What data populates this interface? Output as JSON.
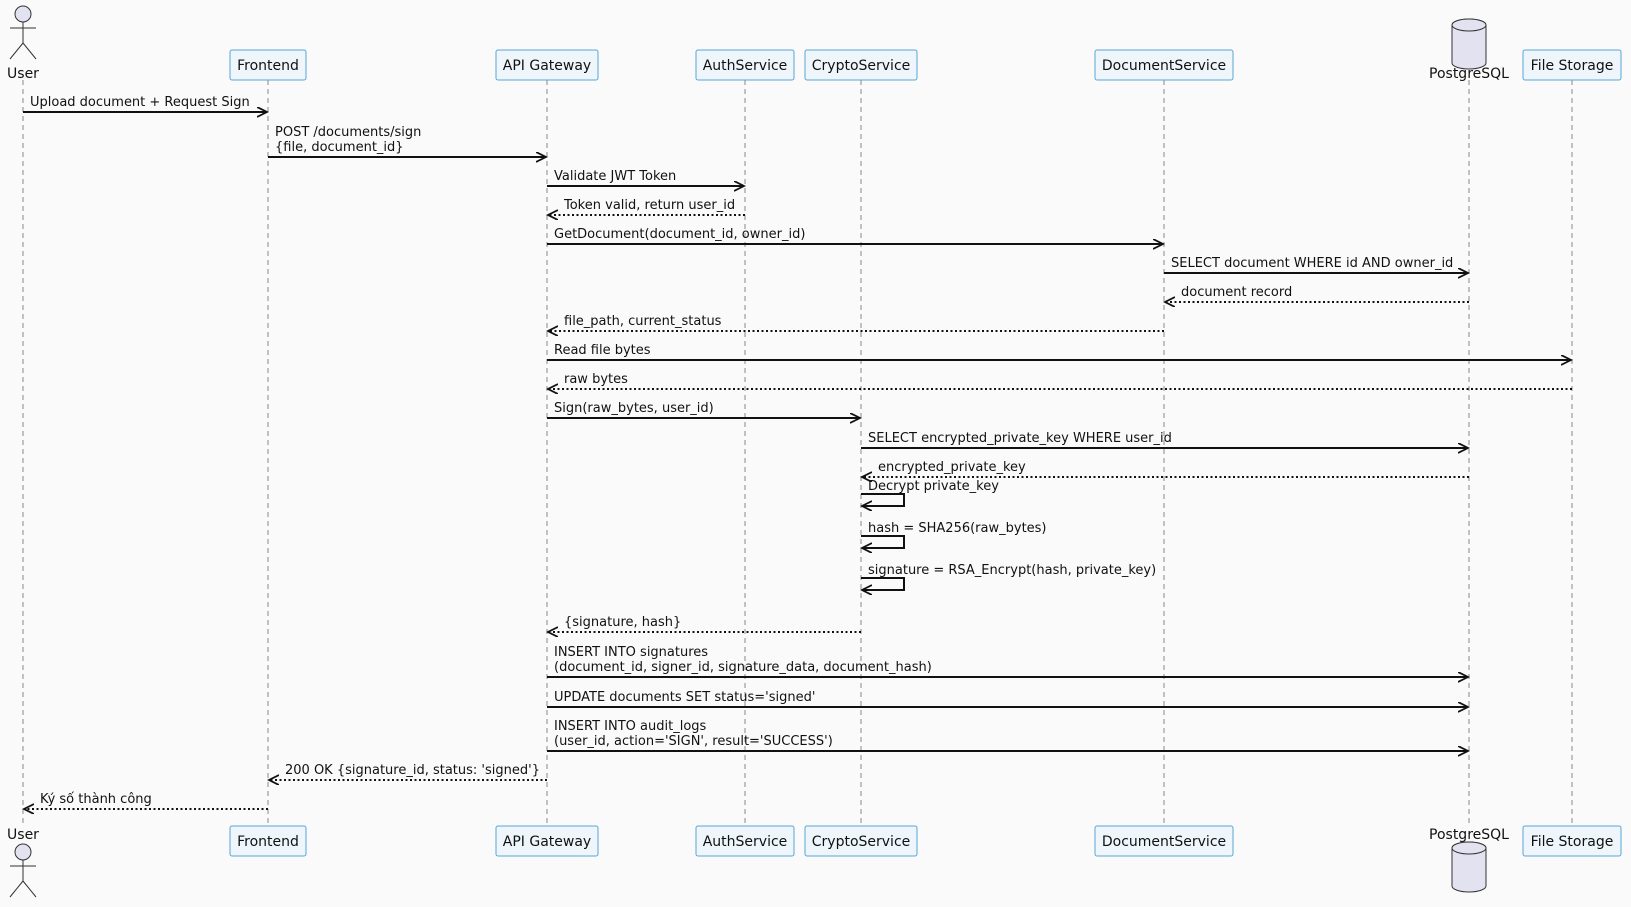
{
  "participants": [
    {
      "id": "user",
      "label": "User",
      "kind": "actor"
    },
    {
      "id": "frontend",
      "label": "Frontend",
      "kind": "box"
    },
    {
      "id": "gateway",
      "label": "API Gateway",
      "kind": "box"
    },
    {
      "id": "auth",
      "label": "AuthService",
      "kind": "box"
    },
    {
      "id": "crypto",
      "label": "CryptoService",
      "kind": "box"
    },
    {
      "id": "docsvc",
      "label": "DocumentService",
      "kind": "box"
    },
    {
      "id": "pg",
      "label": "PostgreSQL",
      "kind": "database"
    },
    {
      "id": "storage",
      "label": "File Storage",
      "kind": "box"
    }
  ],
  "messages": [
    {
      "from": "user",
      "to": "frontend",
      "text": [
        "Upload document + Request Sign"
      ],
      "style": "solid"
    },
    {
      "from": "frontend",
      "to": "gateway",
      "text": [
        "POST /documents/sign",
        "{file, document_id}"
      ],
      "style": "solid"
    },
    {
      "from": "gateway",
      "to": "auth",
      "text": [
        "Validate JWT Token"
      ],
      "style": "solid"
    },
    {
      "from": "auth",
      "to": "gateway",
      "text": [
        "Token valid, return user_id"
      ],
      "style": "dotted"
    },
    {
      "from": "gateway",
      "to": "docsvc",
      "text": [
        "GetDocument(document_id, owner_id)"
      ],
      "style": "solid"
    },
    {
      "from": "docsvc",
      "to": "pg",
      "text": [
        "SELECT document WHERE id AND owner_id"
      ],
      "style": "solid"
    },
    {
      "from": "pg",
      "to": "docsvc",
      "text": [
        "document record"
      ],
      "style": "dotted"
    },
    {
      "from": "docsvc",
      "to": "gateway",
      "text": [
        "file_path, current_status"
      ],
      "style": "dotted"
    },
    {
      "from": "gateway",
      "to": "storage",
      "text": [
        "Read file bytes"
      ],
      "style": "solid"
    },
    {
      "from": "storage",
      "to": "gateway",
      "text": [
        "raw bytes"
      ],
      "style": "dotted"
    },
    {
      "from": "gateway",
      "to": "crypto",
      "text": [
        "Sign(raw_bytes, user_id)"
      ],
      "style": "solid"
    },
    {
      "from": "crypto",
      "to": "pg",
      "text": [
        "SELECT encrypted_private_key WHERE user_id"
      ],
      "style": "solid"
    },
    {
      "from": "pg",
      "to": "crypto",
      "text": [
        "encrypted_private_key"
      ],
      "style": "dotted"
    },
    {
      "from": "crypto",
      "to": "crypto",
      "text": [
        "Decrypt private_key"
      ],
      "style": "solid"
    },
    {
      "from": "crypto",
      "to": "crypto",
      "text": [
        "hash = SHA256(raw_bytes)"
      ],
      "style": "solid"
    },
    {
      "from": "crypto",
      "to": "crypto",
      "text": [
        "signature = RSA_Encrypt(hash, private_key)"
      ],
      "style": "solid"
    },
    {
      "from": "crypto",
      "to": "gateway",
      "text": [
        "{signature, hash}"
      ],
      "style": "dotted"
    },
    {
      "from": "gateway",
      "to": "pg",
      "text": [
        "INSERT INTO signatures",
        "(document_id, signer_id, signature_data, document_hash)"
      ],
      "style": "solid"
    },
    {
      "from": "gateway",
      "to": "pg",
      "text": [
        "UPDATE documents SET status='signed'"
      ],
      "style": "solid"
    },
    {
      "from": "gateway",
      "to": "pg",
      "text": [
        "INSERT INTO audit_logs",
        "(user_id, action='SIGN', result='SUCCESS')"
      ],
      "style": "solid"
    },
    {
      "from": "gateway",
      "to": "frontend",
      "text": [
        "200 OK {signature_id, status: 'signed'}"
      ],
      "style": "dotted"
    },
    {
      "from": "frontend",
      "to": "user",
      "text": [
        "Ký số thành công"
      ],
      "style": "dotted"
    }
  ]
}
